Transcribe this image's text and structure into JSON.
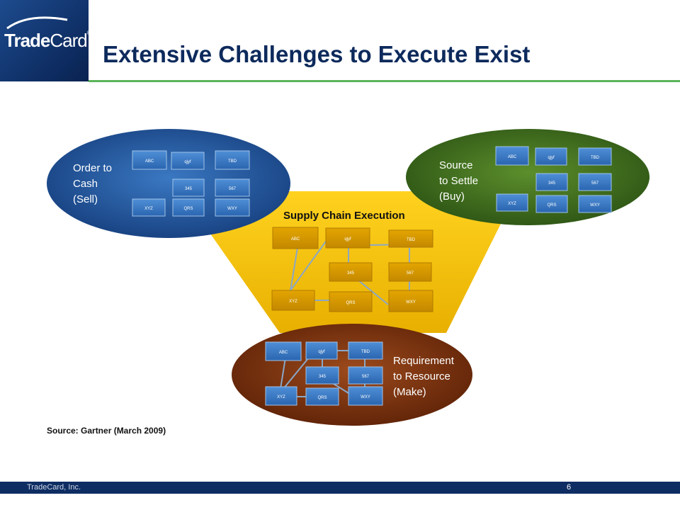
{
  "logo": {
    "trade": "Trade",
    "card": "Card",
    "reg": "®"
  },
  "slide": {
    "title": "Extensive Challenges to Execute Exist"
  },
  "diagram": {
    "center": {
      "label": "Supply Chain Execution"
    },
    "sell": {
      "label_lines": [
        "Order to",
        "Cash",
        "(Sell)"
      ]
    },
    "buy": {
      "label_lines": [
        "Source",
        "to Settle",
        "(Buy)"
      ]
    },
    "make": {
      "label_lines": [
        "Requirement",
        "to Resource",
        "(Make)"
      ]
    },
    "box_labels": [
      "ABC",
      "qjyf",
      "TBD",
      "345",
      "567",
      "XYZ",
      "QRS",
      "WXY"
    ]
  },
  "source_note": "Source: Gartner (March 2009)",
  "footer": {
    "company": "TradeCard, Inc.",
    "page": "6"
  },
  "colors": {
    "navy": "#0e2d63",
    "rule_green": "#5bb55a",
    "blue_oval": "#1e5aa0",
    "green_oval": "#3f6e1c",
    "brown_oval": "#7a2f0c",
    "gold": "#f5c200"
  }
}
